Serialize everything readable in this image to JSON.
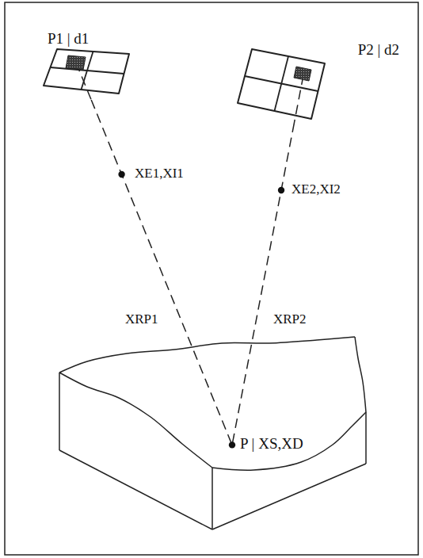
{
  "diagram": {
    "nodes": [
      {
        "text": [
          "P1 | d1"
        ]
      },
      {
        "text": [
          "P2 | d2"
        ]
      },
      {
        "text": [
          "P | XS,XD"
        ]
      }
    ],
    "edges": [
      {
        "from": 0,
        "to": 2,
        "arrow": "none"
      },
      {
        "from": 1,
        "to": 2,
        "arrow": "none"
      }
    ],
    "labels": [
      "XE1,XI1",
      "XE2,XI2",
      "XRP1",
      "XRP2"
    ]
  }
}
